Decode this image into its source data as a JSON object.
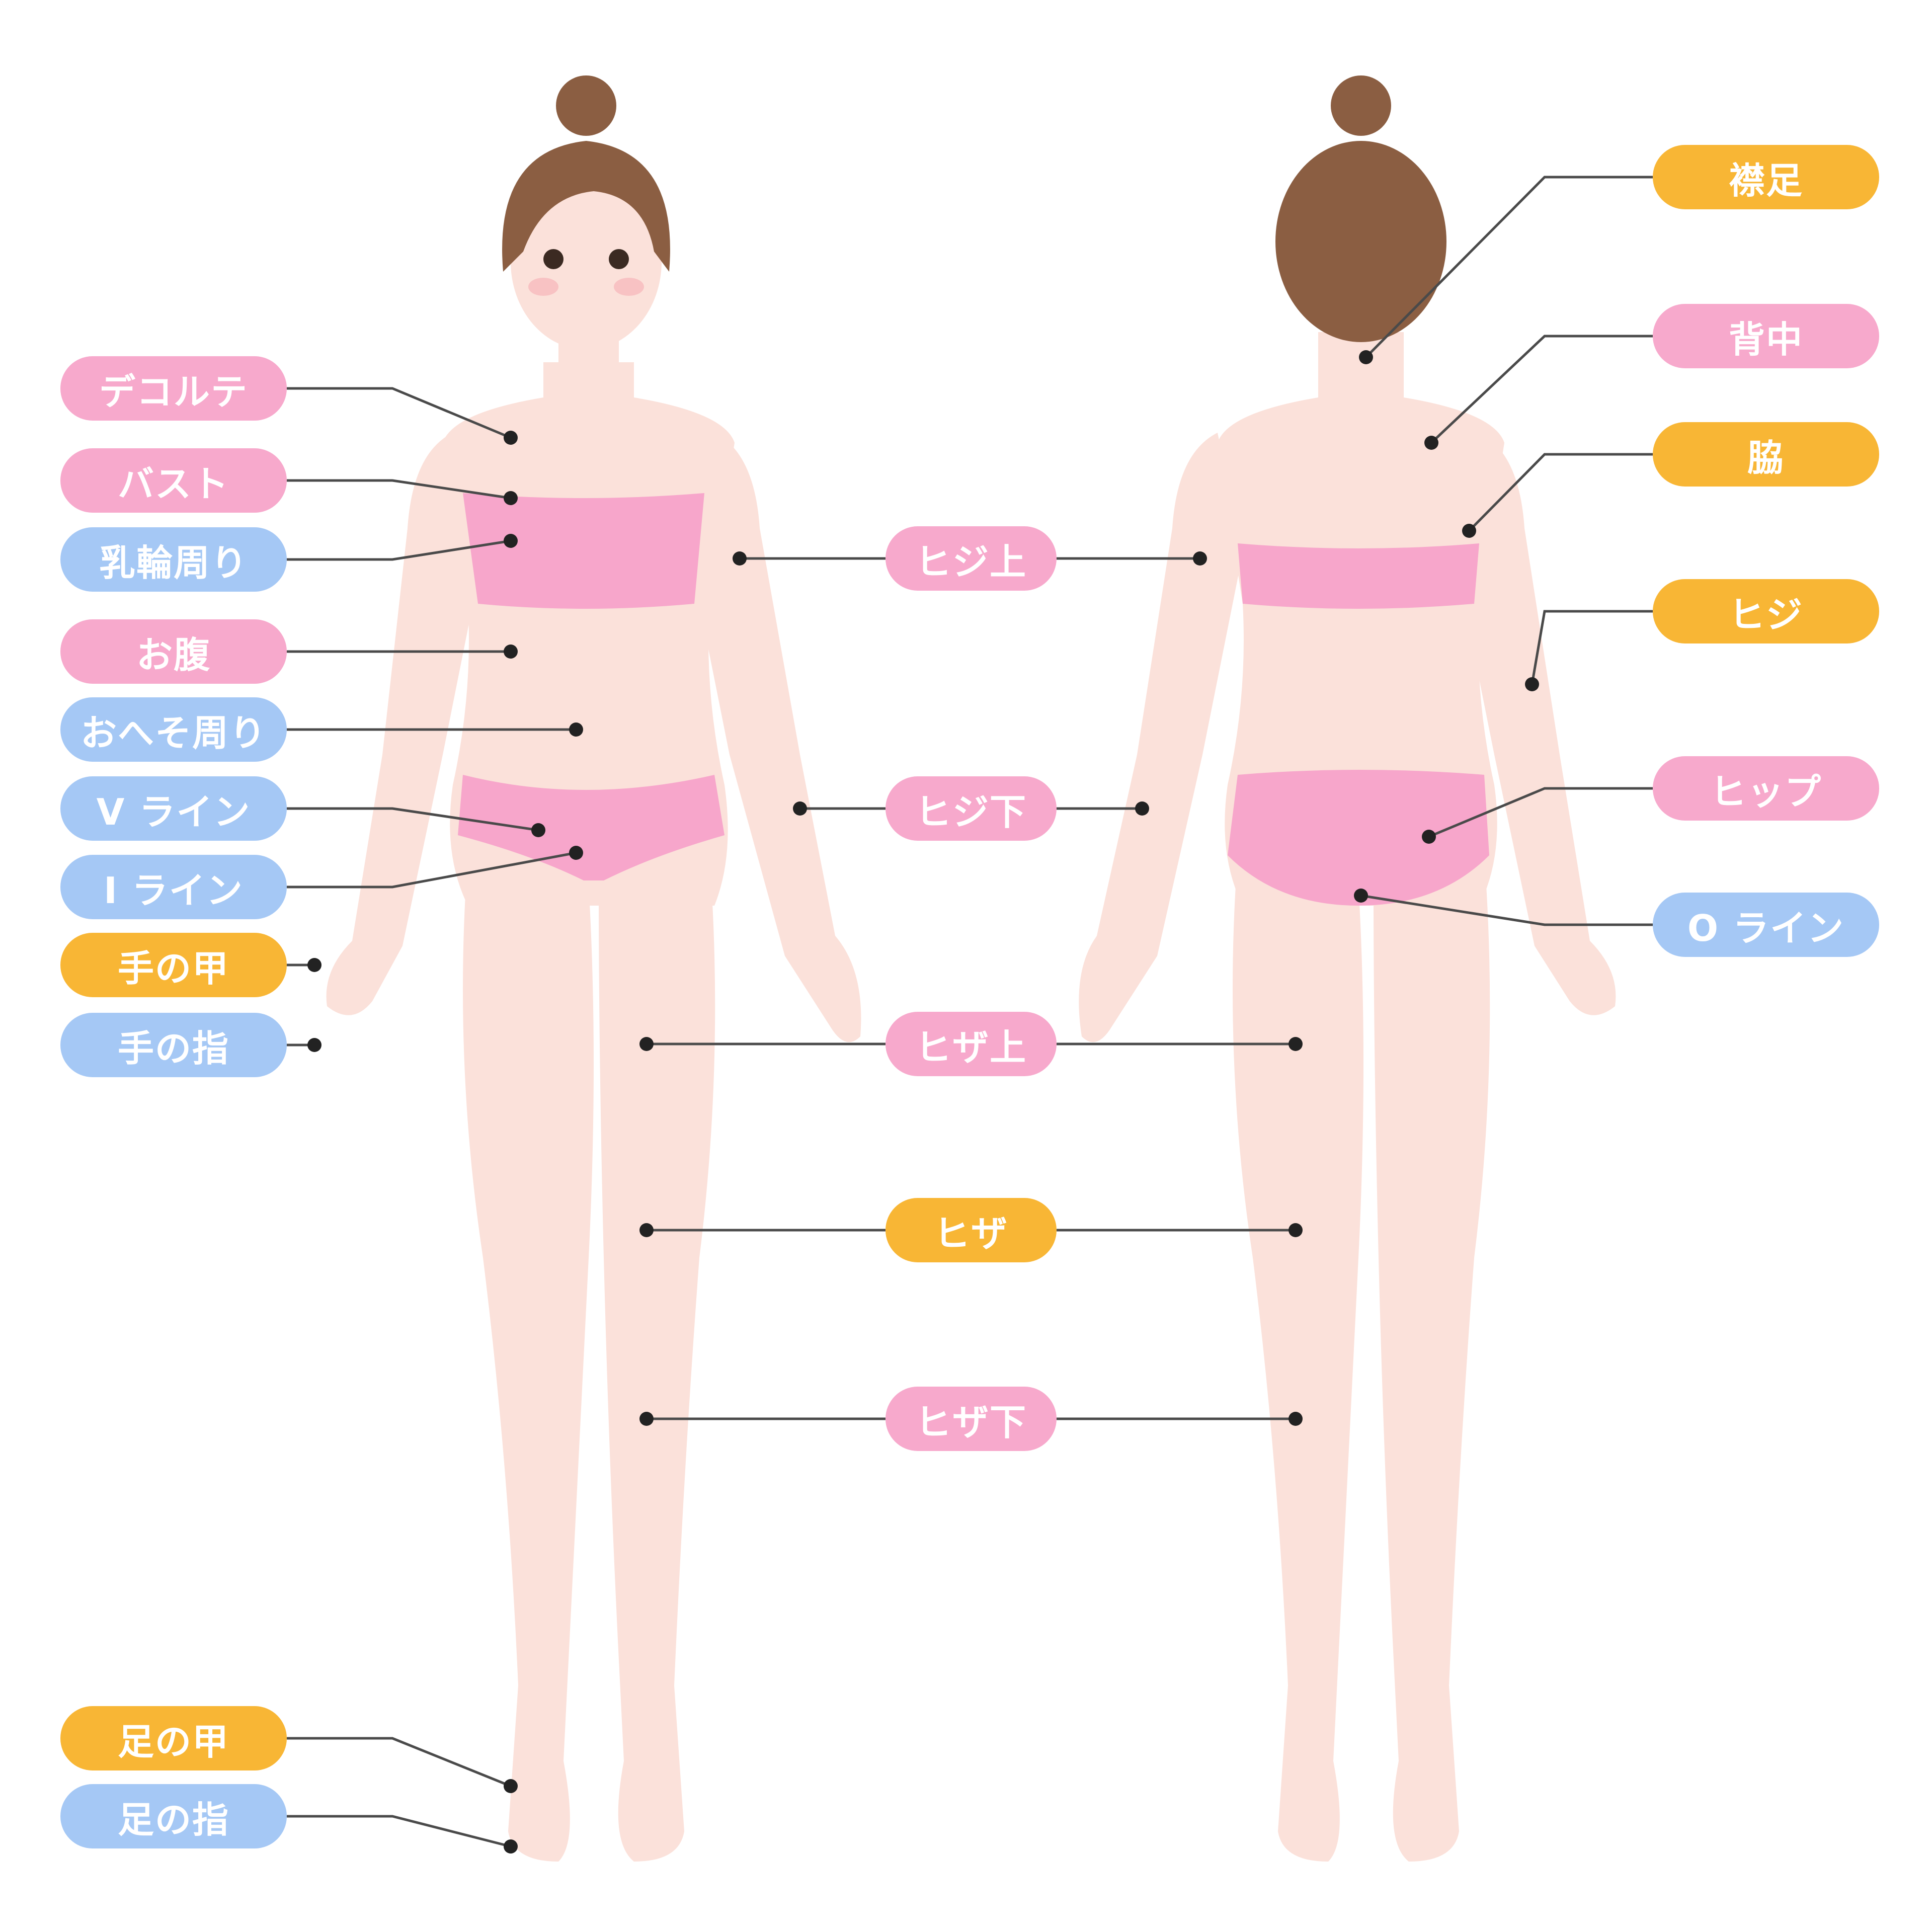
{
  "colors": {
    "pink": "#f7a9cc",
    "blue": "#a5c8f5",
    "orange": "#f8b635",
    "skin": "#fbe1da",
    "underwear": "#f7a6cb",
    "hair": "#8b5e42",
    "line": "#4a4a4a"
  },
  "labels": {
    "decollete": "デコルテ",
    "bust": "バスト",
    "areola": "乳輪周り",
    "stomach": "お腹",
    "navel": "おへそ周り",
    "v_line": "V ライン",
    "i_line": "I ライン",
    "back_of_hand": "手の甲",
    "fingers": "手の指",
    "instep": "足の甲",
    "toes": "足の指",
    "nape": "襟足",
    "back": "背中",
    "armpit": "脇",
    "elbow": "ヒジ",
    "hip": "ヒップ",
    "o_line": "O ライン",
    "upper_arm": "ヒジ上",
    "forearm": "ヒジ下",
    "thigh": "ヒザ上",
    "knee": "ヒザ",
    "lower_leg": "ヒザ下"
  }
}
